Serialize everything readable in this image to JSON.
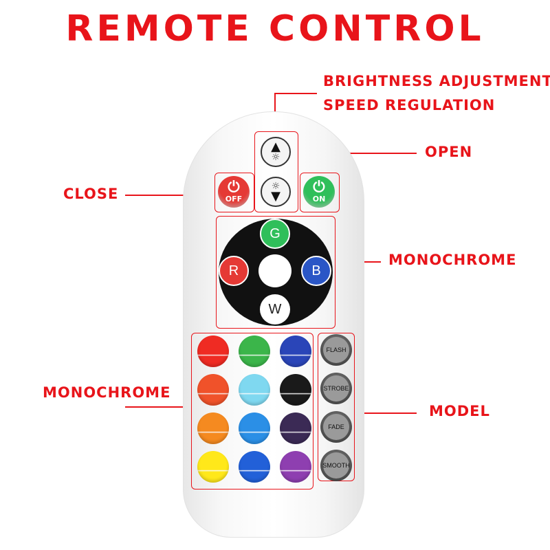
{
  "title": "REMOTE CONTROL",
  "labels": {
    "brightness": "BRIGHTNESS ADJUSTMENT",
    "speed": "SPEED REGULATION",
    "open": "OPEN",
    "close": "CLOSE",
    "monochrome_top": "MONOCHROME",
    "monochrome_bottom": "MONOCHROME",
    "model": "MODEL"
  },
  "remote": {
    "power_off": "OFF",
    "power_on": "ON",
    "color_letters": {
      "g": "G",
      "r": "R",
      "b": "B",
      "w": "W"
    },
    "modes": [
      "FLASH",
      "STROBE",
      "FADE",
      "SMOOTH"
    ]
  },
  "colors": {
    "accent": "#e8141a",
    "off": "#e53935",
    "on": "#2fbf5a",
    "g": "#2fbf5a",
    "r": "#e53935",
    "b": "#2a56c6",
    "grid": [
      "#ef2b23",
      "#3bb54a",
      "#2a45b8",
      "#f0522a",
      "#7fd8f0",
      "#1a1a1a",
      "#f58a20",
      "#2b8fe6",
      "#3b2a55",
      "#ffe81a",
      "#2260d8",
      "#8e3fb0"
    ]
  }
}
